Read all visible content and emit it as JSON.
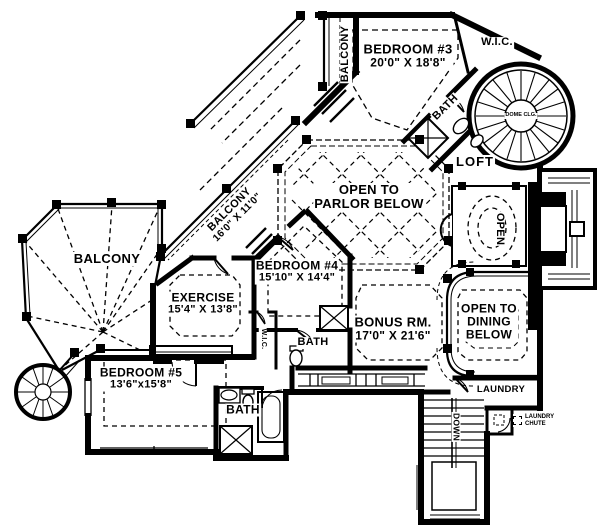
{
  "drawing": {
    "type_label": "second-floor-plan",
    "colors": {
      "ink": "#000000",
      "paper": "#ffffff"
    }
  },
  "rooms": {
    "bedroom3": {
      "name": "BEDROOM #3",
      "dims": "20'0\" X 18'8\""
    },
    "balcony_top": {
      "name": "BALCONY"
    },
    "wic_top": {
      "name": "W.I.C."
    },
    "bath_top": {
      "name": "BATH"
    },
    "dome": {
      "name": "DOME CLG."
    },
    "loft": {
      "name": "LOFT"
    },
    "open_rail": {
      "name": "OPEN"
    },
    "parlor": {
      "line1": "OPEN TO",
      "line2": "PARLOR BELOW"
    },
    "balcony_diag": {
      "name": "BALCONY",
      "dims": "16'0\" X 11'0\""
    },
    "balcony_left": {
      "name": "BALCONY"
    },
    "bedroom4": {
      "name": "BEDROOM #4",
      "dims": "15'10\" X 14'4\""
    },
    "exercise": {
      "name": "EXERCISE",
      "dims": "15'4\" X 13'8\""
    },
    "wic_mid": {
      "name": "W.I.C."
    },
    "bath_mid": {
      "name": "BATH"
    },
    "bonus": {
      "name": "BONUS RM.",
      "dims": "17'0\" X 21'6\""
    },
    "dining": {
      "line1": "OPEN TO",
      "line2": "DINING",
      "line3": "BELOW"
    },
    "bedroom5": {
      "name": "BEDROOM #5",
      "dims": "13'6\"x15'8\""
    },
    "bath_bottom": {
      "name": "BATH"
    },
    "laundry": {
      "name": "LAUNDRY"
    },
    "stairs": {
      "name": "DOWN"
    },
    "chute": {
      "line1": "LAUNDRY",
      "line2": "CHUTE"
    }
  }
}
